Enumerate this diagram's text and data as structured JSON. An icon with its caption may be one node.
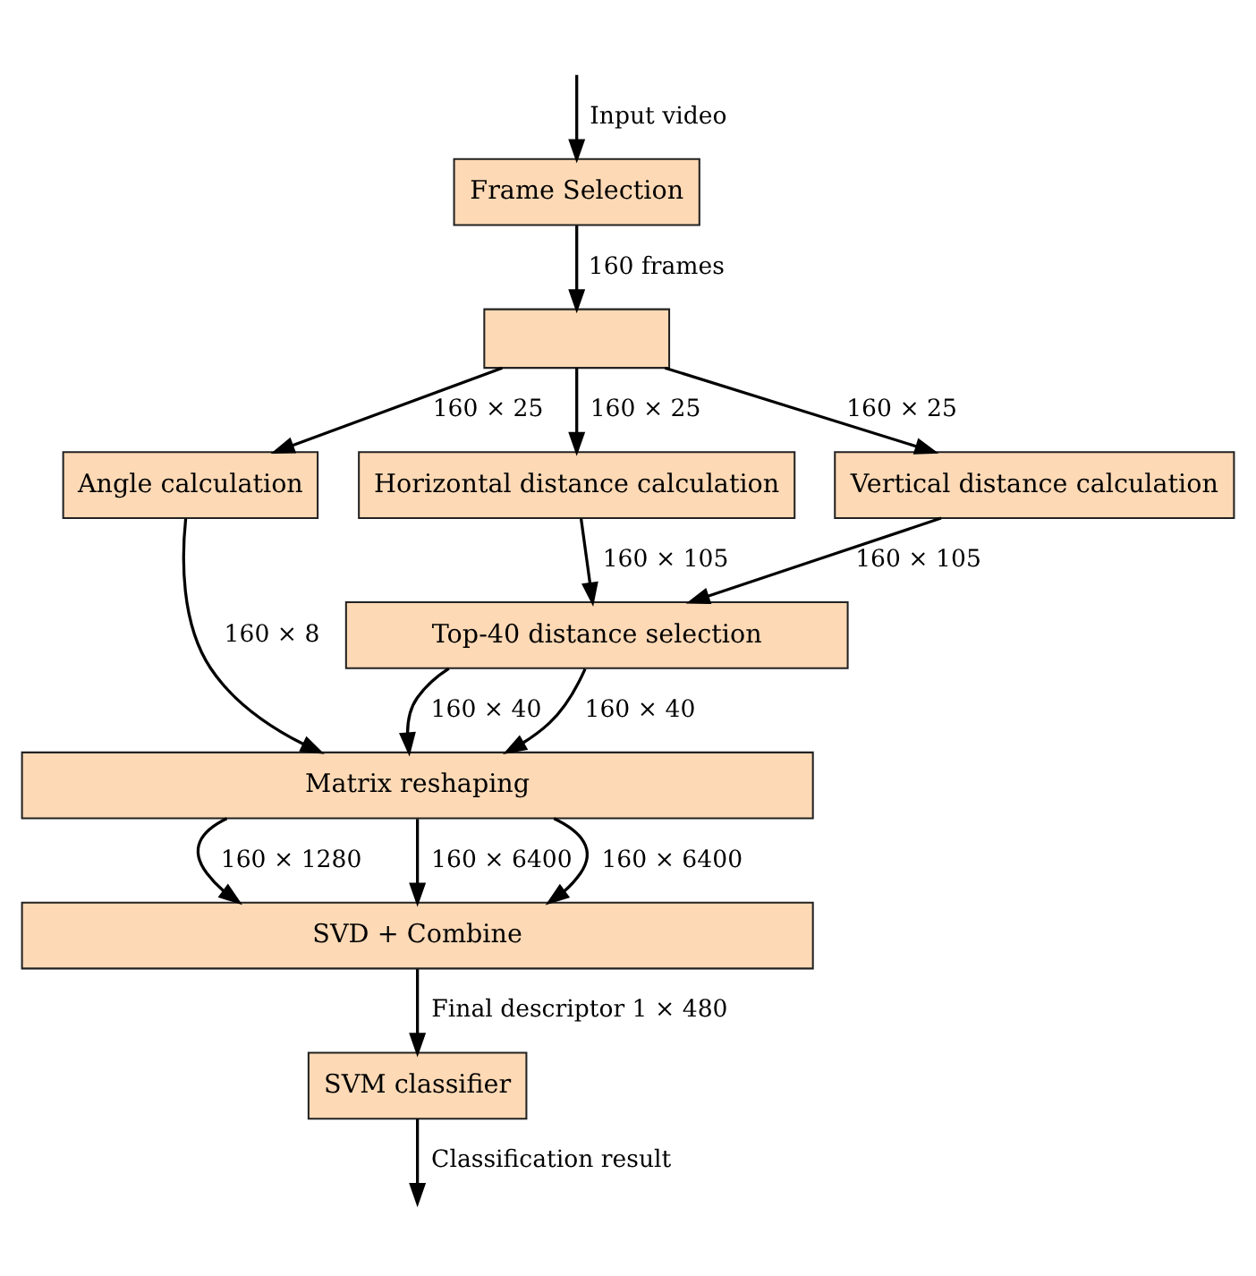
{
  "diagram": {
    "nodes": [
      {
        "text": [
          "Frame Selection"
        ]
      },
      {
        "text": [],
        "shape": "box"
      },
      {
        "text": [
          "Angle calculation"
        ]
      },
      {
        "text": [
          "Horizontal distance calculation"
        ]
      },
      {
        "text": [
          "Vertical distance calculation"
        ]
      },
      {
        "text": [
          "Top-40 distance selection"
        ]
      },
      {
        "text": [
          "Matrix reshaping"
        ]
      },
      {
        "text": [
          "SVD + Combine"
        ]
      },
      {
        "text": [
          "SVM classifier"
        ]
      }
    ],
    "edges": [
      {
        "from": null,
        "to": 0,
        "arrow": "to",
        "label": "Input video"
      },
      {
        "from": 0,
        "to": 1,
        "arrow": "to",
        "label": "160 frames"
      },
      {
        "from": 1,
        "to": 2,
        "arrow": "to",
        "label": "160 × 25"
      },
      {
        "from": 1,
        "to": 3,
        "arrow": "to",
        "label": "160 × 25"
      },
      {
        "from": 1,
        "to": 4,
        "arrow": "to",
        "label": "160 × 25"
      },
      {
        "from": 2,
        "to": 6,
        "arrow": "to",
        "label": "160 × 8"
      },
      {
        "from": 3,
        "to": 5,
        "arrow": "to",
        "label": "160 × 105"
      },
      {
        "from": 4,
        "to": 5,
        "arrow": "to",
        "label": "160 × 105"
      },
      {
        "from": 5,
        "to": 6,
        "arrow": "to",
        "label": "160 × 40"
      },
      {
        "from": 5,
        "to": 6,
        "arrow": "to",
        "label": "160 × 40"
      },
      {
        "from": 6,
        "to": 7,
        "arrow": "to",
        "label": "160 × 1280"
      },
      {
        "from": 6,
        "to": 7,
        "arrow": "to",
        "label": "160 × 6400"
      },
      {
        "from": 6,
        "to": 7,
        "arrow": "to",
        "label": "160 × 6400"
      },
      {
        "from": 7,
        "to": 8,
        "arrow": "to",
        "label": "Final descriptor 1 × 480"
      },
      {
        "from": 8,
        "to": null,
        "arrow": "to",
        "label": "Classification result"
      }
    ]
  }
}
